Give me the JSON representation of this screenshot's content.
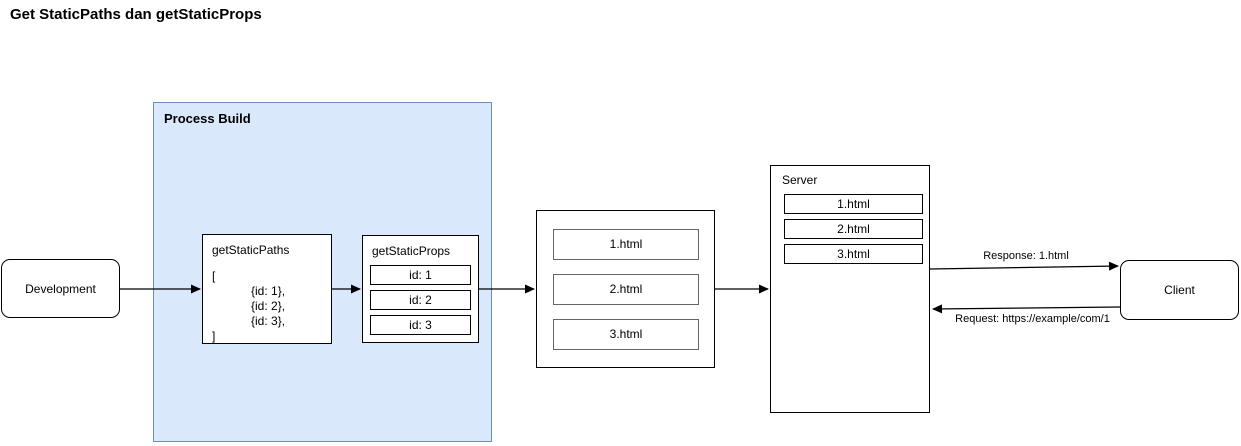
{
  "title": "Get StaticPaths dan getStaticProps",
  "nodes": {
    "development": {
      "label": "Development"
    },
    "process_build": {
      "label": "Process Build"
    },
    "get_static_paths": {
      "label": "getStaticPaths",
      "code_lines": [
        "[",
        "{id: 1},",
        "{id: 2},",
        "{id: 3},",
        "]"
      ]
    },
    "get_static_props": {
      "label": "getStaticProps",
      "items": [
        "id: 1",
        "id: 2",
        "id: 3"
      ]
    },
    "build_output": {
      "files": [
        "1.html",
        "2.html",
        "3.html"
      ]
    },
    "server": {
      "label": "Server",
      "files": [
        "1.html",
        "2.html",
        "3.html"
      ]
    },
    "client": {
      "label": "Client"
    }
  },
  "edges": {
    "response_label": "Response: 1.html",
    "request_label": "Request: https://example/com/1"
  },
  "colors": {
    "process_build_fill": "#dae8fc",
    "process_build_border": "#6c8ebf",
    "box_border": "#000000",
    "inner_gray_border": "#666666"
  }
}
